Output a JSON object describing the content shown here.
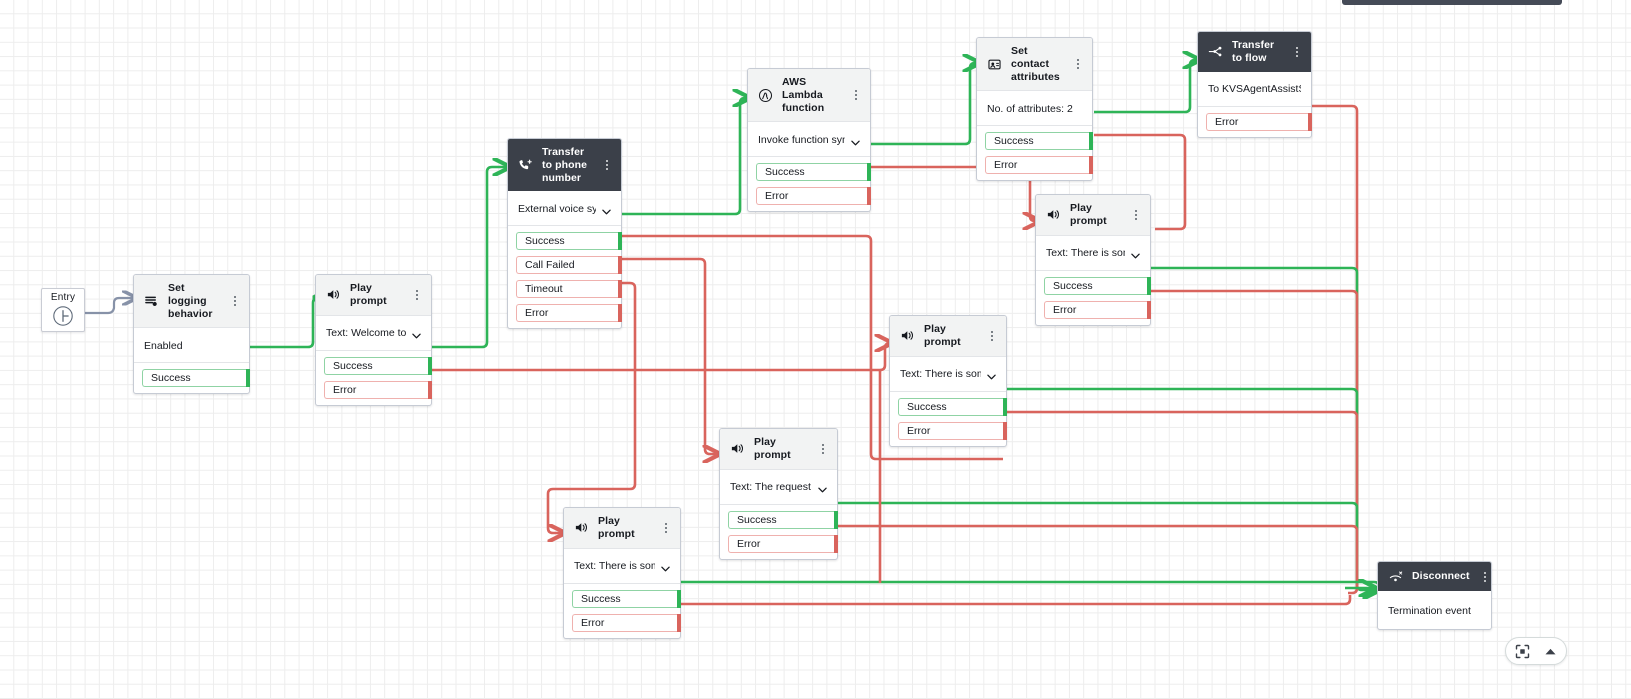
{
  "app": {
    "title": "Amazon Connect Flow Designer Canvas"
  },
  "entry": {
    "label": "Entry",
    "icon": "entry-circle-icon"
  },
  "controls": {
    "fit_to_screen": "fit-to-screen-icon",
    "collapse": "chevron-up-icon"
  },
  "colors": {
    "success": "#2eb457",
    "error": "#d9645d",
    "entry_wire": "#8792a8",
    "header_dark": "#3b4049",
    "header_light": "#f2f3f3",
    "canvas_grid": "#ededed"
  },
  "nodes": [
    {
      "id": "set-logging-behavior",
      "title": "Set logging behavior",
      "icon": "set-logging-icon",
      "dark": false,
      "body": "Enabled",
      "has_chevron": false,
      "ports": [
        {
          "label": "Success",
          "type": "ok"
        }
      ]
    },
    {
      "id": "play-prompt-welcome",
      "title": "Play prompt",
      "icon": "speaker-icon",
      "dark": false,
      "body": "Text: Welcome to Amazo...",
      "has_chevron": true,
      "ports": [
        {
          "label": "Success",
          "type": "ok"
        },
        {
          "label": "Error",
          "type": "err"
        }
      ]
    },
    {
      "id": "transfer-to-phone-number",
      "title": "Transfer to phone number",
      "icon": "phone-transfer-icon",
      "dark": true,
      "body": "External voice system: ko...",
      "has_chevron": true,
      "ports": [
        {
          "label": "Success",
          "type": "ok"
        },
        {
          "label": "Call Failed",
          "type": "err"
        },
        {
          "label": "Timeout",
          "type": "err"
        },
        {
          "label": "Error",
          "type": "err"
        }
      ]
    },
    {
      "id": "aws-lambda-function",
      "title": "AWS Lambda function",
      "icon": "lambda-icon",
      "dark": false,
      "body": "Invoke function sync: kor...",
      "has_chevron": true,
      "ports": [
        {
          "label": "Success",
          "type": "ok"
        },
        {
          "label": "Error",
          "type": "err"
        }
      ]
    },
    {
      "id": "set-contact-attributes",
      "title": "Set contact attributes",
      "icon": "contact-attributes-icon",
      "dark": false,
      "body": "No. of attributes: 2",
      "has_chevron": false,
      "ports": [
        {
          "label": "Success",
          "type": "ok"
        },
        {
          "label": "Error",
          "type": "err"
        }
      ]
    },
    {
      "id": "transfer-to-flow",
      "title": "Transfer to flow",
      "icon": "transfer-flow-icon",
      "dark": true,
      "body": "To KVSAgentAssistStaging",
      "has_chevron": false,
      "ports": [
        {
          "label": "Error",
          "type": "err"
        }
      ]
    },
    {
      "id": "play-prompt-error-right",
      "title": "Play prompt",
      "icon": "speaker-icon",
      "dark": false,
      "body": "Text: There is some error...",
      "has_chevron": true,
      "ports": [
        {
          "label": "Success",
          "type": "ok"
        },
        {
          "label": "Error",
          "type": "err"
        }
      ]
    },
    {
      "id": "play-prompt-issue",
      "title": "Play prompt",
      "icon": "speaker-icon",
      "dark": false,
      "body": "Text: There is some issue...",
      "has_chevron": true,
      "ports": [
        {
          "label": "Success",
          "type": "ok"
        },
        {
          "label": "Error",
          "type": "err"
        }
      ]
    },
    {
      "id": "play-prompt-request",
      "title": "Play prompt",
      "icon": "speaker-icon",
      "dark": false,
      "body": "Text: The request to exte...",
      "has_chevron": true,
      "ports": [
        {
          "label": "Success",
          "type": "ok"
        },
        {
          "label": "Error",
          "type": "err"
        }
      ]
    },
    {
      "id": "play-prompt-error-bottom",
      "title": "Play prompt",
      "icon": "speaker-icon",
      "dark": false,
      "body": "Text: There is some error...",
      "has_chevron": true,
      "ports": [
        {
          "label": "Success",
          "type": "ok"
        },
        {
          "label": "Error",
          "type": "err"
        }
      ]
    },
    {
      "id": "disconnect",
      "title": "Disconnect",
      "icon": "disconnect-icon",
      "dark": true,
      "body": "Termination event",
      "has_chevron": false,
      "ports": []
    }
  ]
}
